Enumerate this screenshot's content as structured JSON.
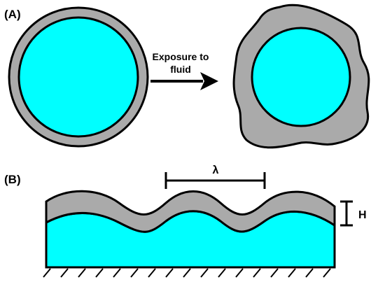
{
  "panel_a": {
    "label": "(A)",
    "arrow_label_line1": "Exposure to",
    "arrow_label_line2": "fluid"
  },
  "panel_b": {
    "label": "(B)",
    "wavelength_symbol": "λ",
    "height_symbol": "H"
  },
  "colors": {
    "fluid": "#00ffff",
    "shell": "#aaaaaa",
    "outline": "#000000"
  }
}
